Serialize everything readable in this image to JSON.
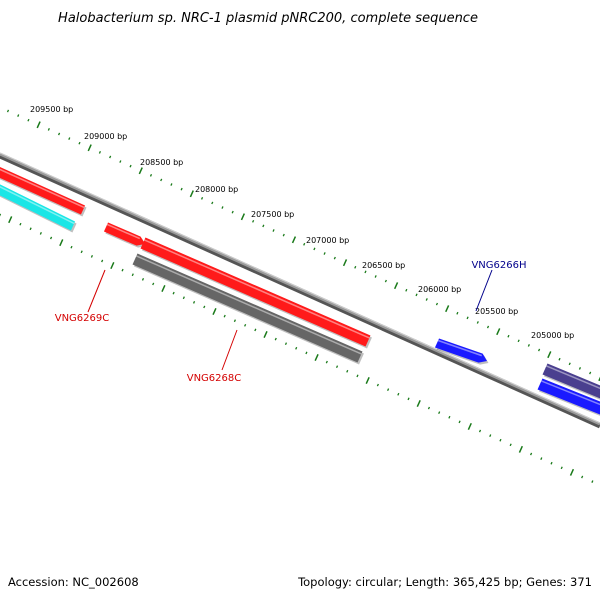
{
  "title": "Halobacterium sp. NRC-1 plasmid pNRC200, complete sequence",
  "footer": {
    "accession": "Accession: NC_002608",
    "summary": "Topology: circular; Length: 365,425 bp; Genes: 371"
  },
  "colors": {
    "backbone": "#808080",
    "tick": "#1a7a1a",
    "red_gene": "#ff1a1a",
    "gray_gene": "#666666",
    "cyan_gene": "#1ae6e6",
    "blue_gene": "#1a1aff",
    "purple_gene": "#4a3f8f",
    "red_label": "#d40000",
    "blue_label": "#00008b"
  },
  "bp_labels": [
    "209500 bp",
    "209000 bp",
    "208500 bp",
    "208000 bp",
    "207500 bp",
    "207000 bp",
    "206500 bp",
    "206000 bp",
    "205500 bp",
    "205000 bp"
  ],
  "genes": [
    {
      "id": "VNG6269C",
      "label": "VNG6269C",
      "color_key": "red_gene",
      "label_color_key": "red_label"
    },
    {
      "id": "VNG6268C",
      "label": "VNG6268C",
      "color_key": "gray_gene",
      "label_color_key": "red_label"
    },
    {
      "id": "VNG6266H",
      "label": "VNG6266H",
      "color_key": "blue_gene",
      "label_color_key": "blue_label"
    }
  ]
}
